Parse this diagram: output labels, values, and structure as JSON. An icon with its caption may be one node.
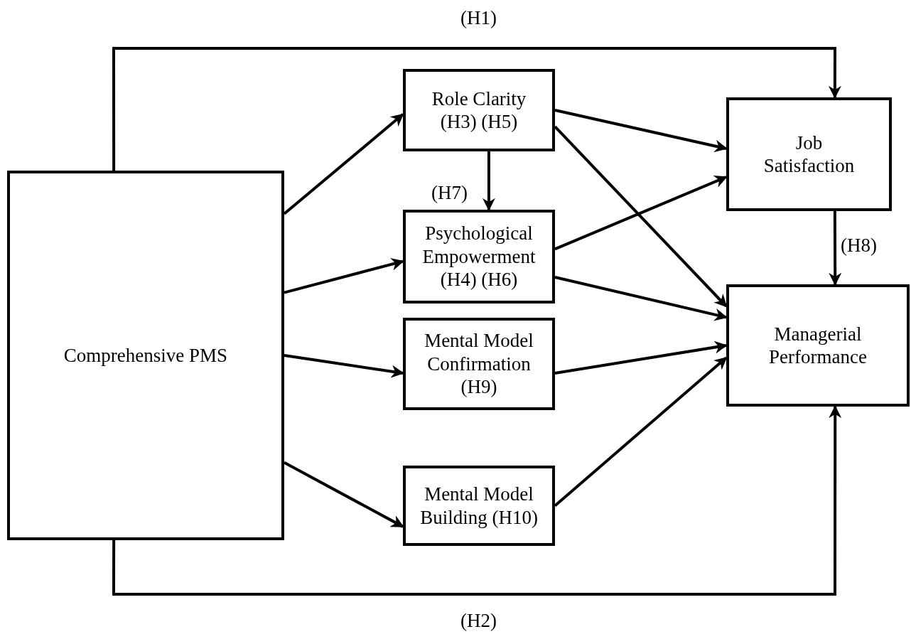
{
  "diagram": {
    "nodes": [
      {
        "text": [
          "Comprehensive PMS"
        ]
      },
      {
        "text": [
          "Role Clarity (H3) (H5)"
        ]
      },
      {
        "text": [
          "Psychological Empowerment (H4) (H6)"
        ]
      },
      {
        "text": [
          "Mental Model Confirmation (H9)"
        ]
      },
      {
        "text": [
          "Mental Model Building (H10)"
        ]
      },
      {
        "text": [
          "Job Satisfaction"
        ]
      },
      {
        "text": [
          "Managerial Performance"
        ]
      }
    ],
    "edges": [
      {
        "from": 0,
        "to": 5,
        "arrow": "to",
        "label": "(H1)"
      },
      {
        "from": 0,
        "to": 6,
        "arrow": "to",
        "label": "(H2)"
      },
      {
        "from": 0,
        "to": 1,
        "arrow": "to"
      },
      {
        "from": 0,
        "to": 2,
        "arrow": "to"
      },
      {
        "from": 0,
        "to": 3,
        "arrow": "to"
      },
      {
        "from": 0,
        "to": 4,
        "arrow": "to"
      },
      {
        "from": 1,
        "to": 2,
        "arrow": "to",
        "label": "(H7)"
      },
      {
        "from": 1,
        "to": 5,
        "arrow": "to"
      },
      {
        "from": 1,
        "to": 6,
        "arrow": "to"
      },
      {
        "from": 2,
        "to": 5,
        "arrow": "to"
      },
      {
        "from": 2,
        "to": 6,
        "arrow": "to"
      },
      {
        "from": 3,
        "to": 6,
        "arrow": "to"
      },
      {
        "from": 4,
        "to": 6,
        "arrow": "to"
      },
      {
        "from": 5,
        "to": 6,
        "arrow": "to",
        "label": "(H8)"
      }
    ]
  }
}
